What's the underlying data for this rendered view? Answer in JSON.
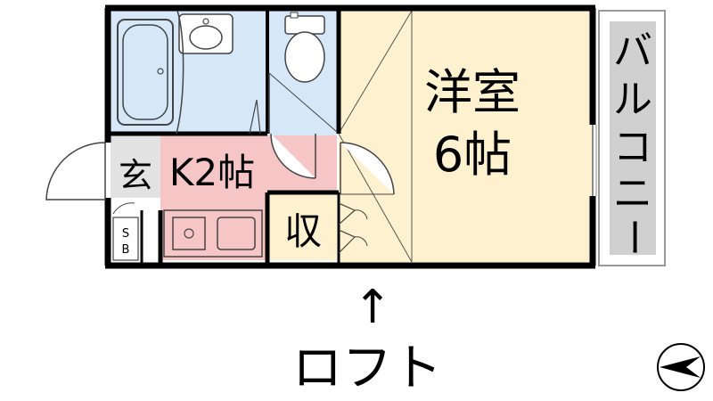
{
  "rooms": {
    "western_room": {
      "name": "洋室",
      "size": "6帖"
    },
    "kitchen": {
      "label": "K2帖"
    },
    "entrance": {
      "label": "玄"
    },
    "storage": {
      "label": "収"
    },
    "shoe_box": {
      "top": "S",
      "bottom": "B"
    },
    "balcony": {
      "label": [
        "バ",
        "ル",
        "コ",
        "ニ",
        "ー"
      ]
    }
  },
  "loft": {
    "arrow": "↑",
    "label": "ロフト"
  },
  "compass": {
    "icon": "north-arrow-icon"
  },
  "colors": {
    "western_room": "#fdf1cf",
    "bath": "#d6e8f8",
    "toilet": "#d6e8f8",
    "kitchen": "#f6c6c6",
    "entrance": "#e2e2e2",
    "balcony": "#d0d0d0",
    "wall": "#000000"
  }
}
